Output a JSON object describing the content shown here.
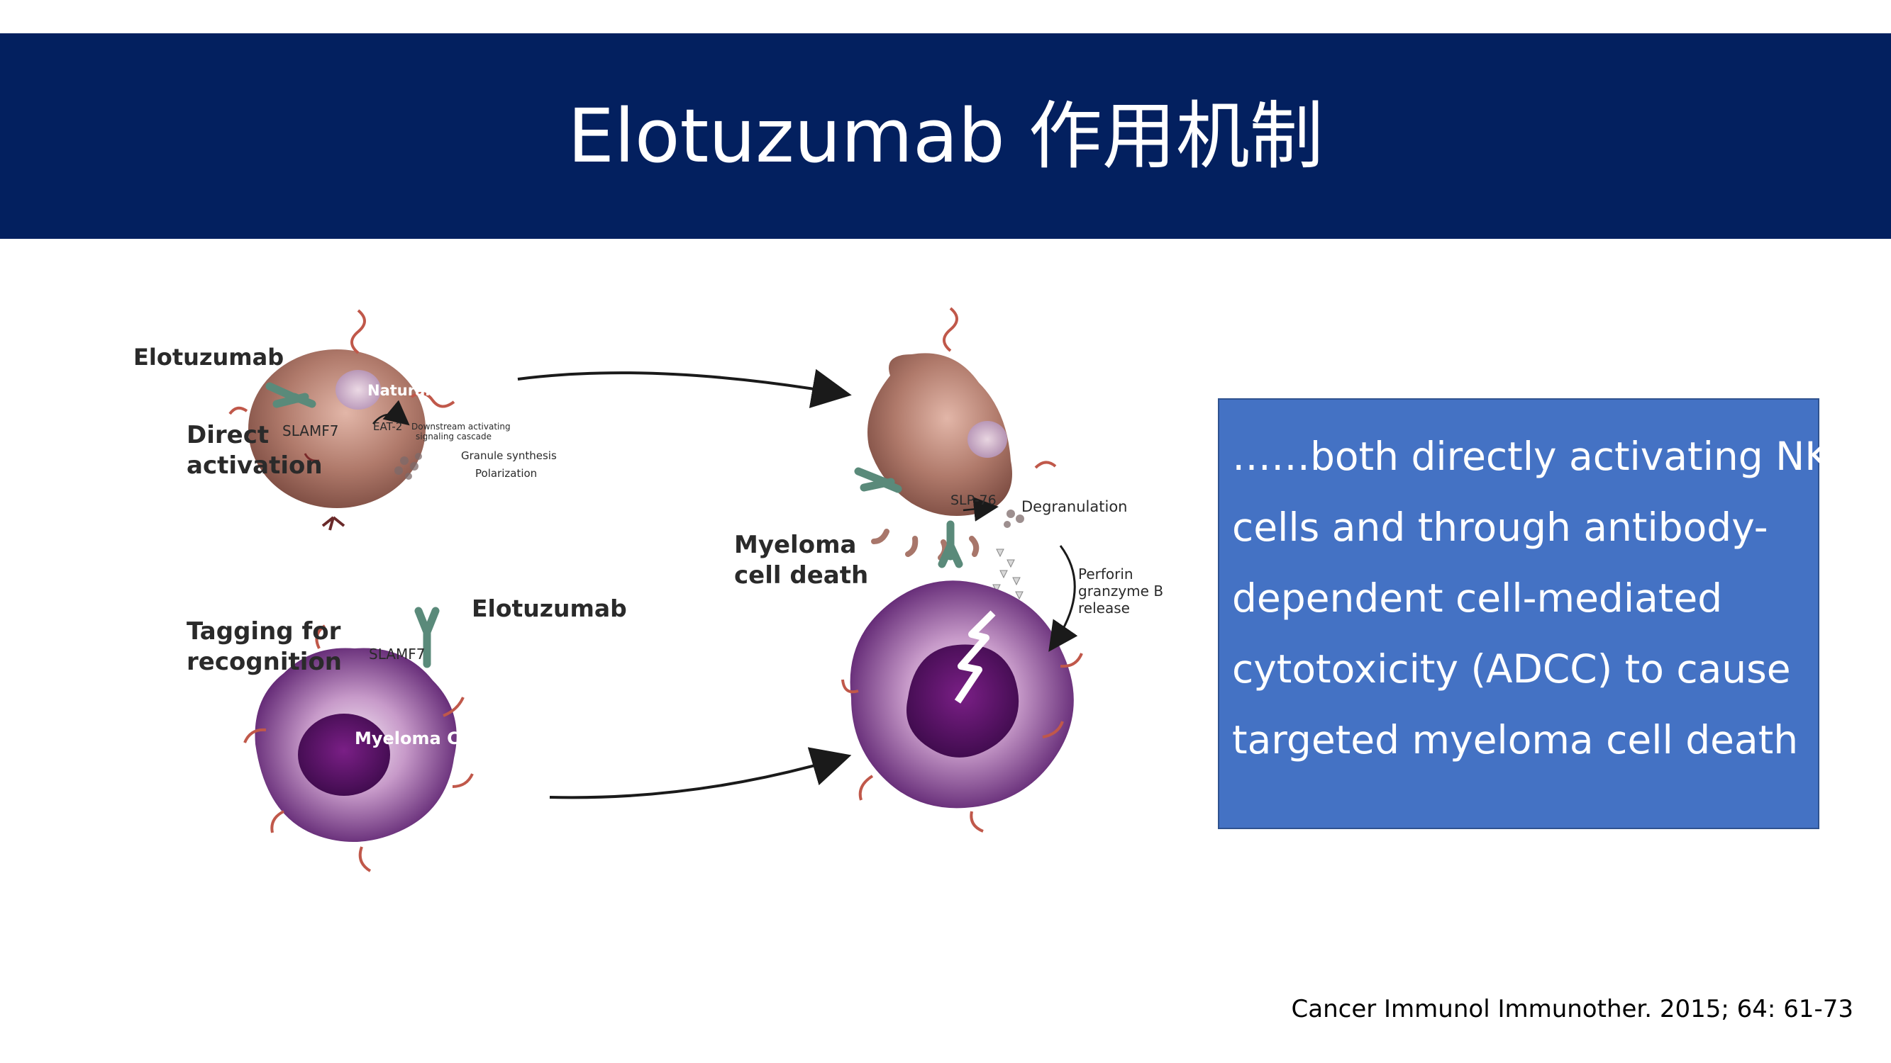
{
  "slide": {
    "title": "Elotuzumab 作用机制"
  },
  "diagram": {
    "labels": {
      "elotuzumab_top": "Elotuzumab",
      "direct": "Direct",
      "activation": "activation",
      "slamf7_top": "SLAMF7",
      "nk_cell": "Natural Killer Cell",
      "eat2": "EAT-2",
      "downstream_1": "Downstream activating",
      "downstream_2": "signaling cascade",
      "granule": "Granule synthesis",
      "polarization": "Polarization",
      "tagging": "Tagging for",
      "recognition": "recognition",
      "slamf7_bottom": "SLAMF7",
      "elotuzumab_bottom": "Elotuzumab",
      "myeloma_cell": "Myeloma Cell",
      "myeloma_death_1": "Myeloma",
      "myeloma_death_2": "cell death",
      "slp76": "SLP-76",
      "degranulation": "Degranulation",
      "perforin_1": "Perforin",
      "perforin_2": "granzyme B",
      "perforin_3": "release"
    }
  },
  "callout": {
    "lines": [
      "……both directly activating NK",
      "cells and through antibody-",
      "dependent cell-mediated",
      "cytotoxicity (ADCC) to cause",
      "targeted myeloma cell death"
    ]
  },
  "citation": "Cancer Immunol Immunother. 2015; 64: 61-73",
  "colors": {
    "header": "#03205f",
    "callout": "#4472c4",
    "nk_cell": "#9c6a5e",
    "myeloma_cell": "#6a2a82",
    "antibody": "#5a8a7a",
    "receptor": "#c0584a"
  }
}
